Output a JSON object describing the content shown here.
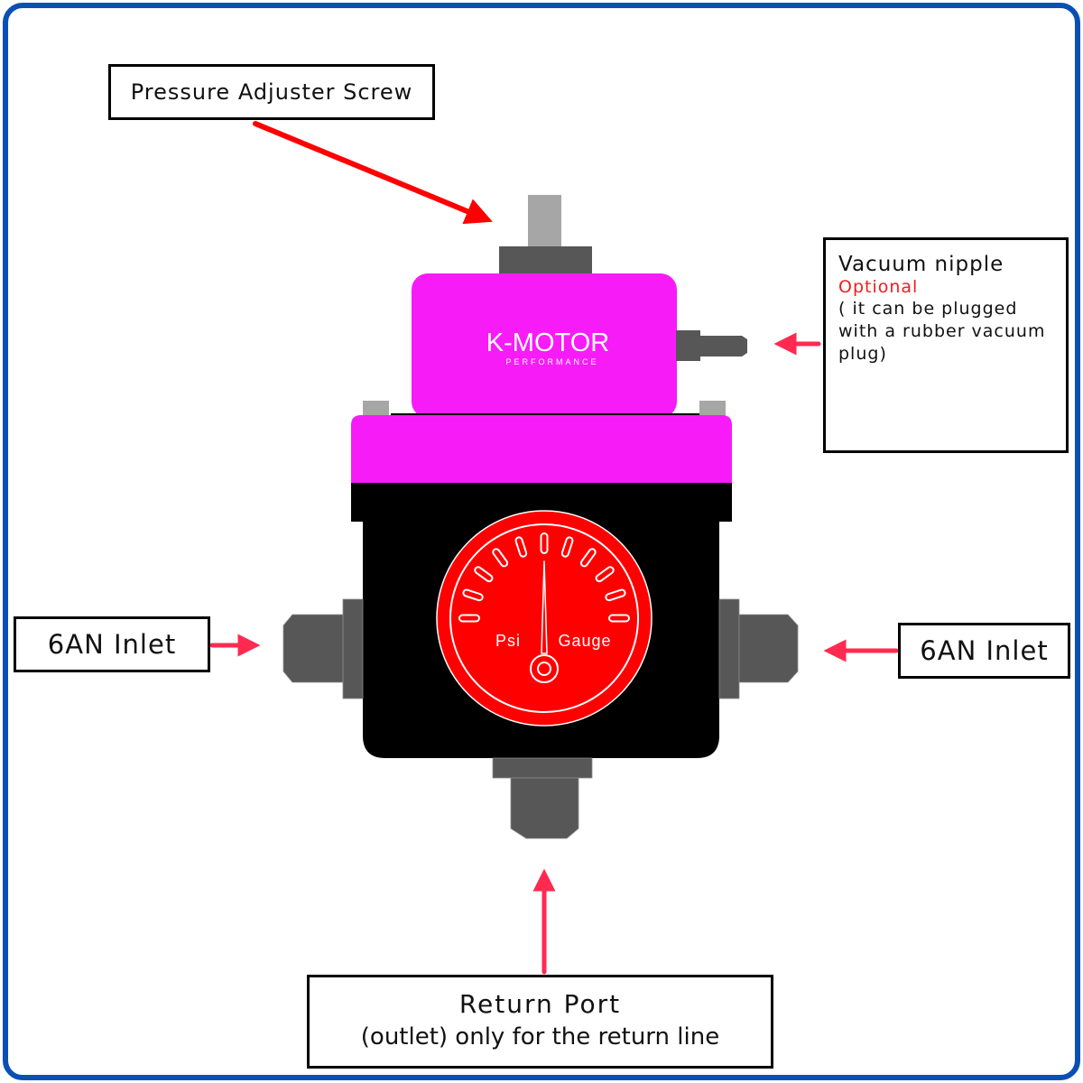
{
  "labels": {
    "pressure_adjuster": "Pressure Adjuster Screw",
    "vacuum_title": "Vacuum nipple",
    "vacuum_optional": "Optional",
    "vacuum_note_1": "( it can be plugged",
    "vacuum_note_2": "with a rubber vacuum",
    "vacuum_note_3": "plug)",
    "inlet_left": "6AN Inlet",
    "inlet_right": "6AN Inlet",
    "return_title": "Return Port",
    "return_note": "(outlet) only for the return line"
  },
  "device": {
    "brand": "K-MOTOR",
    "brand_sub": "PERFORMANCE",
    "gauge_left_text": "Psi",
    "gauge_right_text": "Gauge"
  },
  "colors": {
    "frame": "#0a4fb4",
    "body_top": "#f71cf7",
    "body_bottom": "#000000",
    "fitting": "#575757",
    "screw": "#a6a6a6",
    "gauge": "#ff0000",
    "arrow": "#ff2a4f",
    "arrow_top": "#ff0000",
    "optional_text": "#f21b1b"
  }
}
